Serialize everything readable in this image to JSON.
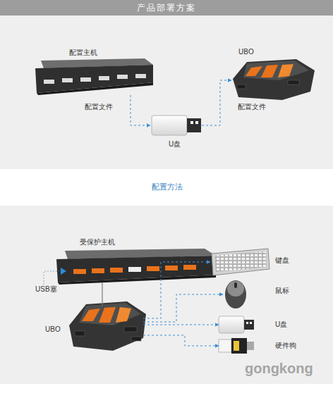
{
  "diagram": {
    "title": "产品部署方案",
    "nodes": [
      {
        "text": [
          "配置主机"
        ]
      },
      {
        "text": [
          "U盘"
        ]
      },
      {
        "text": [
          "UBO"
        ]
      },
      {
        "text": [
          "受保护主机"
        ]
      },
      {
        "text": [
          "UBO"
        ]
      },
      {
        "text": [
          "键盘"
        ]
      },
      {
        "text": [
          "鼠标"
        ]
      },
      {
        "text": [
          "U盘"
        ]
      },
      {
        "text": [
          "硬件狗"
        ]
      }
    ],
    "edges": [
      {
        "from": 0,
        "to": 1,
        "arrow": "to",
        "label": "配置文件"
      },
      {
        "from": 1,
        "to": 2,
        "arrow": "to",
        "label": "配置文件"
      },
      {
        "from": 3,
        "to": 4,
        "arrow": "none"
      },
      {
        "from": 4,
        "to": 5,
        "arrow": "to"
      },
      {
        "from": 4,
        "to": 6,
        "arrow": "to"
      },
      {
        "from": 4,
        "to": 7,
        "arrow": "to"
      },
      {
        "from": 4,
        "to": 8,
        "arrow": "to"
      }
    ],
    "labels": [
      "配置方法",
      "USB塞",
      "gongkong"
    ]
  }
}
